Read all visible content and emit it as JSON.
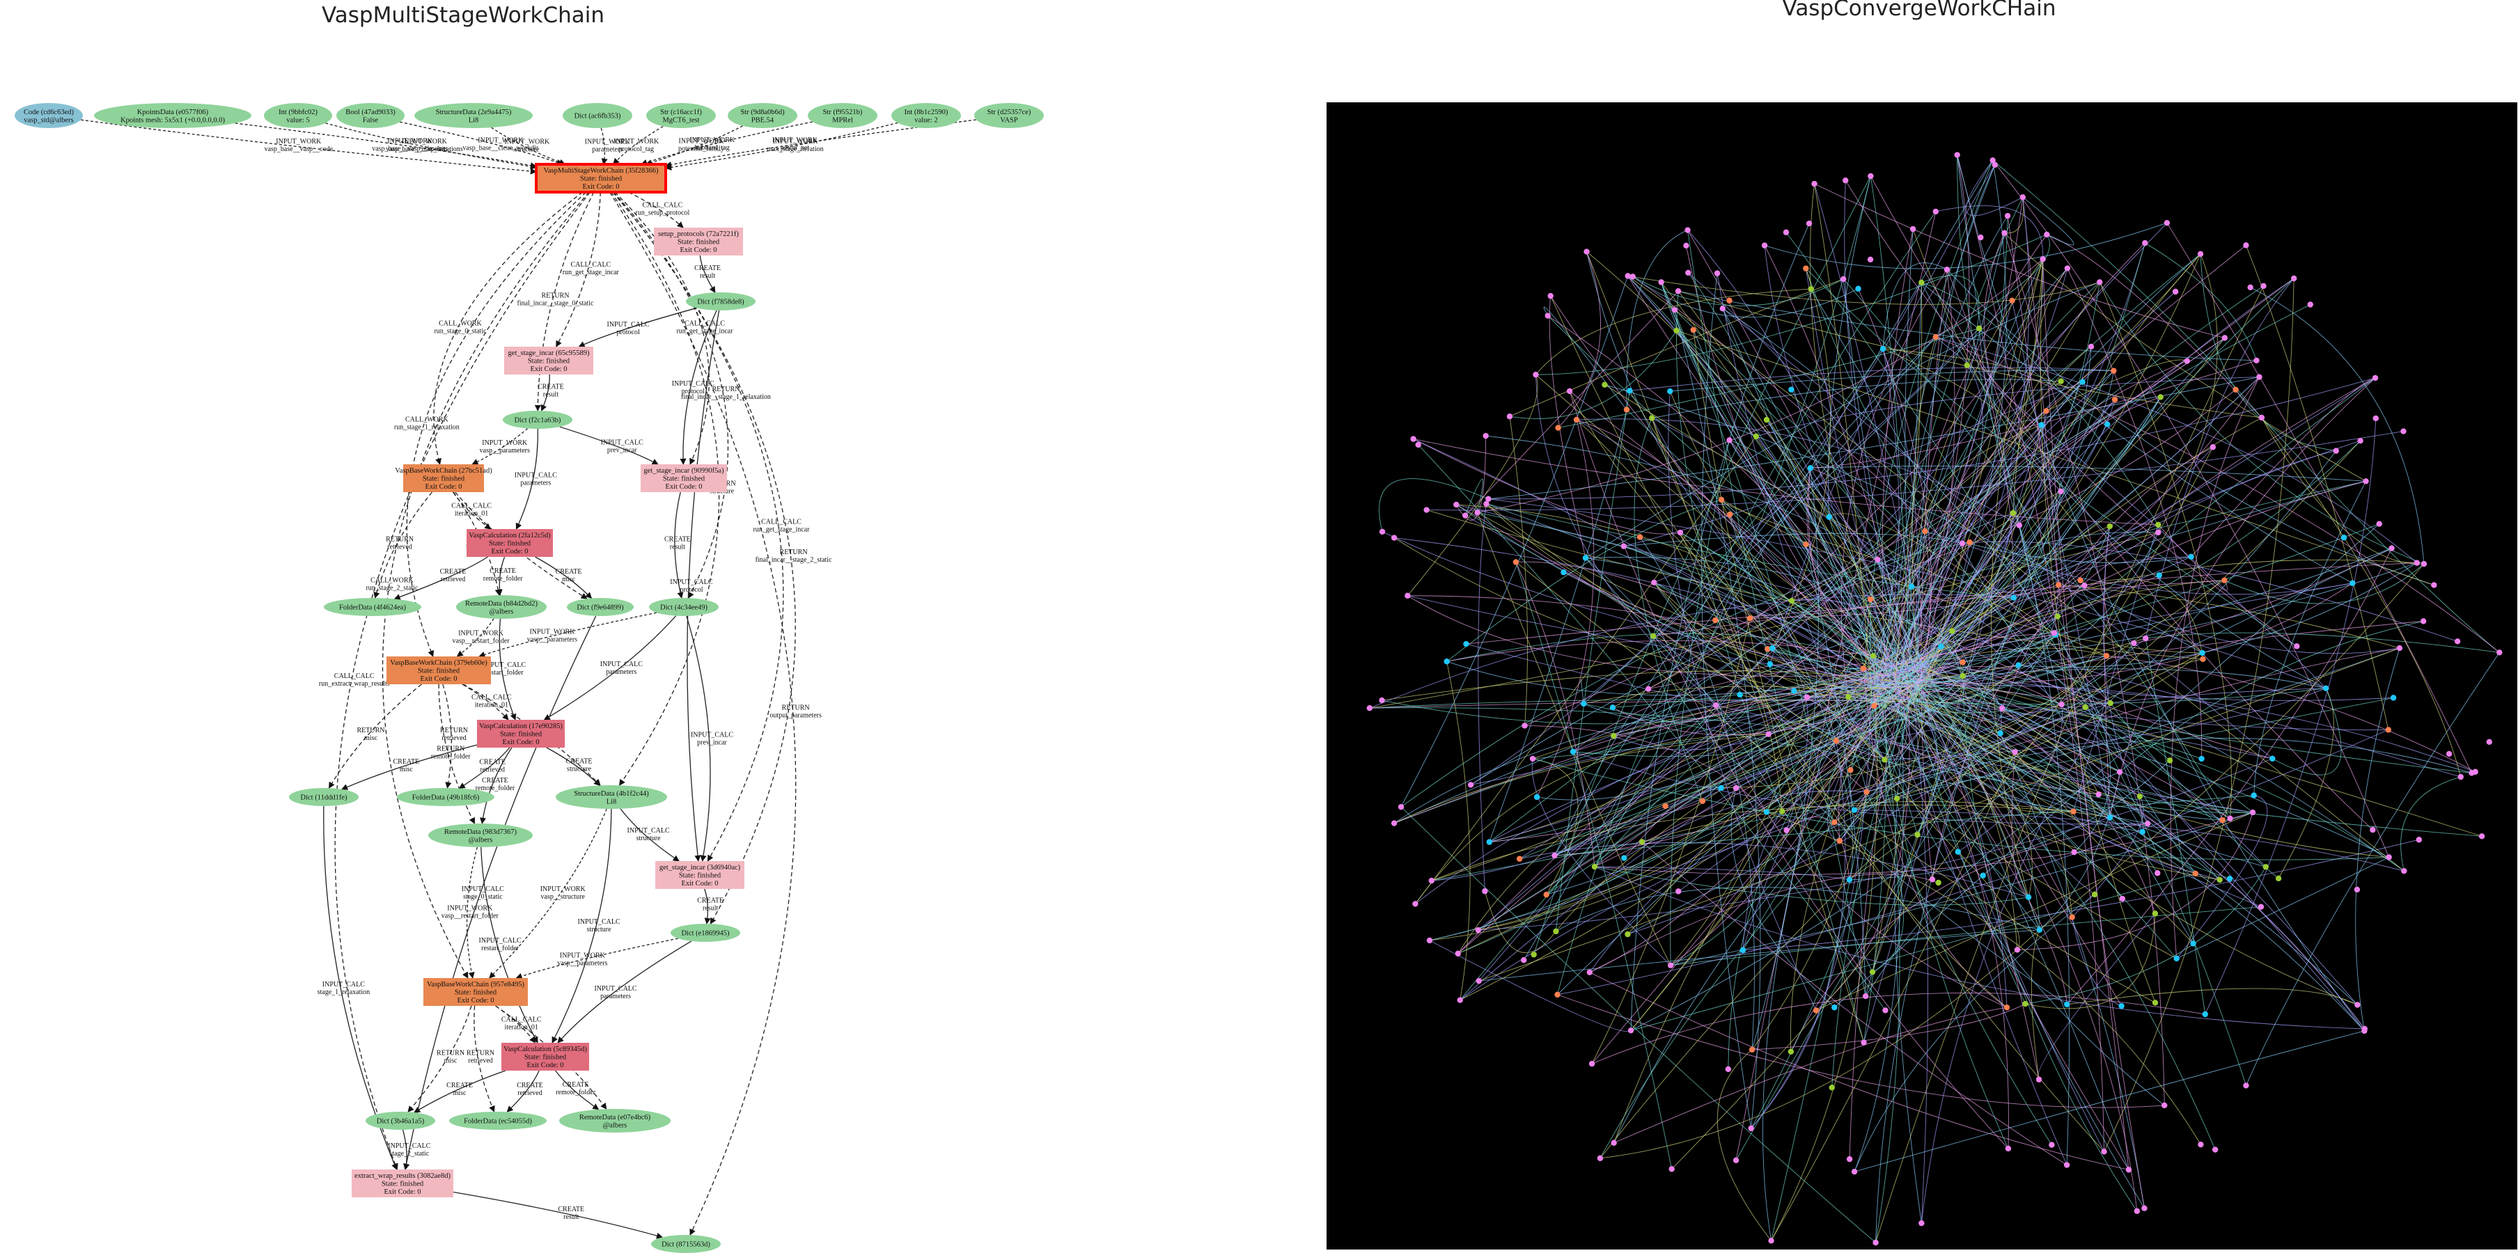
{
  "titles": {
    "left": "VaspMultiStageWorkChain",
    "right": "VaspConvergeWorkCHain"
  },
  "colors": {
    "data_node": "#8fd39a",
    "code_node": "#87c1d4",
    "workchain": "#e8874f",
    "calculation": "#e06c7c",
    "calcfunction": "#f2b8c0",
    "selected_border": "#ff0000",
    "right_panel_bg": "#000000",
    "right_node_colors": [
      "#ee82ee",
      "#9acd32",
      "#1ec8ff",
      "#ff7f50"
    ],
    "right_edge_colors": [
      "#87cefa",
      "#a0a0ff",
      "#e8a0e8",
      "#cdd07a",
      "#6fd6c8"
    ]
  },
  "nodes": [
    {
      "id": "code",
      "lines": [
        "Code (cd6c63ed)",
        "vasp_std@albers"
      ],
      "kind": "code"
    },
    {
      "id": "kpoints",
      "lines": [
        "KpointsData (e0577f06)",
        "Kpoints mesh: 5x5x1 (+0.0,0.0,0.0)"
      ],
      "kind": "data"
    },
    {
      "id": "int5",
      "lines": [
        "Int (9bbfc02)",
        "value: 5"
      ],
      "kind": "data"
    },
    {
      "id": "bool",
      "lines": [
        "Bool (47ad9033)",
        "False"
      ],
      "kind": "data"
    },
    {
      "id": "structin",
      "lines": [
        "StructureData (2e9a4475)",
        "Li8"
      ],
      "kind": "data"
    },
    {
      "id": "dictin",
      "lines": [
        "Dict (ac6fb353)"
      ],
      "kind": "data"
    },
    {
      "id": "str1",
      "lines": [
        "Str (c16acc1f)",
        "MgCT6_test"
      ],
      "kind": "data"
    },
    {
      "id": "str2",
      "lines": [
        "Str (9d8a0b6d)",
        "PBE.54"
      ],
      "kind": "data"
    },
    {
      "id": "str3",
      "lines": [
        "Str (f95521b)",
        "MPRel"
      ],
      "kind": "data"
    },
    {
      "id": "int2",
      "lines": [
        "Int (8b1c2590)",
        "value: 2"
      ],
      "kind": "data"
    },
    {
      "id": "str4",
      "lines": [
        "Str (d25357ce)",
        "VASP"
      ],
      "kind": "data"
    },
    {
      "id": "main",
      "lines": [
        "VaspMultiStageWorkChain (35f28366)",
        "State: finished",
        "Exit Code: 0"
      ],
      "kind": "main"
    },
    {
      "id": "setup",
      "lines": [
        "setup_protocols (72a7221f)",
        "State: finished",
        "Exit Code: 0"
      ],
      "kind": "calcfunction"
    },
    {
      "id": "dict1",
      "lines": [
        "Dict (f7858de8)"
      ],
      "kind": "data"
    },
    {
      "id": "incar0",
      "lines": [
        "get_stage_incar (65c95589)",
        "State: finished",
        "Exit Code: 0"
      ],
      "kind": "calcfunction"
    },
    {
      "id": "dict2",
      "lines": [
        "Dict (f2c1a63b)"
      ],
      "kind": "data"
    },
    {
      "id": "wc1",
      "lines": [
        "VaspBaseWorkChain (27bc51ad)",
        "State: finished",
        "Exit Code: 0"
      ],
      "kind": "workchain"
    },
    {
      "id": "incar1",
      "lines": [
        "get_stage_incar (90990f5a)",
        "State: finished",
        "Exit Code: 0"
      ],
      "kind": "calcfunction"
    },
    {
      "id": "calc1",
      "lines": [
        "VaspCalculation (2fa12c5d)",
        "State: finished",
        "Exit Code: 0"
      ],
      "kind": "calculation"
    },
    {
      "id": "fold1",
      "lines": [
        "FolderData (4f4624ea)"
      ],
      "kind": "data"
    },
    {
      "id": "rem1",
      "lines": [
        "RemoteData (b84d2bd2)",
        "@albers"
      ],
      "kind": "data"
    },
    {
      "id": "dictmisc1",
      "lines": [
        "Dict (f9e64899)"
      ],
      "kind": "data"
    },
    {
      "id": "dict3",
      "lines": [
        "Dict (4c34ee49)"
      ],
      "kind": "data"
    },
    {
      "id": "wc2",
      "lines": [
        "VaspBaseWorkChain (379eb60e)",
        "State: finished",
        "Exit Code: 0"
      ],
      "kind": "workchain"
    },
    {
      "id": "calc2",
      "lines": [
        "VaspCalculation (17e90285)",
        "State: finished",
        "Exit Code: 0"
      ],
      "kind": "calculation"
    },
    {
      "id": "dictmisc2",
      "lines": [
        "Dict (11ddd1fe)"
      ],
      "kind": "data"
    },
    {
      "id": "fold2",
      "lines": [
        "FolderData (49b18fc6)"
      ],
      "kind": "data"
    },
    {
      "id": "struct2",
      "lines": [
        "StructureData (4b1f2c44)",
        "Li8"
      ],
      "kind": "data"
    },
    {
      "id": "rem2",
      "lines": [
        "RemoteData (983d7367)",
        "@albers"
      ],
      "kind": "data"
    },
    {
      "id": "incar2",
      "lines": [
        "get_stage_incar (3d6940ac)",
        "State: finished",
        "Exit Code: 0"
      ],
      "kind": "calcfunction"
    },
    {
      "id": "dict4",
      "lines": [
        "Dict (e1869945)"
      ],
      "kind": "data"
    },
    {
      "id": "wc3",
      "lines": [
        "VaspBaseWorkChain (957e8495)",
        "State: finished",
        "Exit Code: 0"
      ],
      "kind": "workchain"
    },
    {
      "id": "calc3",
      "lines": [
        "VaspCalculation (5c89345d)",
        "State: finished",
        "Exit Code: 0"
      ],
      "kind": "calculation"
    },
    {
      "id": "dictmisc3",
      "lines": [
        "Dict (3b46a1a5)"
      ],
      "kind": "data"
    },
    {
      "id": "fold3",
      "lines": [
        "FolderData (ec54055d)"
      ],
      "kind": "data"
    },
    {
      "id": "rem3",
      "lines": [
        "RemoteData (e07e4bc6)",
        "@albers"
      ],
      "kind": "data"
    },
    {
      "id": "extract",
      "lines": [
        "extract_wrap_results (3082ae8d)",
        "State: finished",
        "Exit Code: 0"
      ],
      "kind": "calcfunction"
    },
    {
      "id": "dictout",
      "lines": [
        "Dict (8715563d)"
      ],
      "kind": "data"
    }
  ],
  "edges": [
    {
      "from": "code",
      "to": "main",
      "lines": [
        "INPUT_WORK",
        "vasp_base__vasp__code"
      ],
      "style": "dashed"
    },
    {
      "from": "kpoints",
      "to": "main",
      "lines": [
        "INPUT_WORK",
        "vasp_base__vasp__kpoints"
      ],
      "style": "dashed"
    },
    {
      "from": "int5",
      "to": "main",
      "lines": [
        "INPUT_WORK",
        "vasp_base__max_iterations"
      ],
      "style": "dashed"
    },
    {
      "from": "bool",
      "to": "main",
      "lines": [
        "INPUT_WORK",
        "vasp_base__clean_workdir"
      ],
      "style": "dashed"
    },
    {
      "from": "structin",
      "to": "main",
      "lines": [
        "INPUT_WORK",
        "structure"
      ],
      "style": "dashed"
    },
    {
      "from": "dictin",
      "to": "main",
      "lines": [
        "INPUT_WORK",
        "parameters"
      ],
      "style": "dashed"
    },
    {
      "from": "str1",
      "to": "main",
      "lines": [
        "INPUT_WORK",
        "protocol_tag"
      ],
      "style": "dashed"
    },
    {
      "from": "str2",
      "to": "main",
      "lines": [
        "INPUT_WORK",
        "potential_family"
      ],
      "style": "dashed"
    },
    {
      "from": "str3",
      "to": "main",
      "lines": [
        "INPUT_WORK",
        "hubbard_tag"
      ],
      "style": "dashed"
    },
    {
      "from": "int2",
      "to": "main",
      "lines": [
        "INPUT_WORK",
        "max_stage_iteration"
      ],
      "style": "dashed"
    },
    {
      "from": "str4",
      "to": "main",
      "lines": [
        "INPUT_WORK",
        "potcar_set"
      ],
      "style": "dashed"
    },
    {
      "from": "main",
      "to": "setup",
      "lines": [
        "CALL_CALC",
        "run_setup_protocol"
      ],
      "style": "dashed"
    },
    {
      "from": "setup",
      "to": "dict1",
      "lines": [
        "CREATE",
        "result"
      ],
      "style": "solid"
    },
    {
      "from": "main",
      "to": "incar0",
      "lines": [
        "CALL_CALC",
        "run_get_stage_incar"
      ],
      "style": "dashed"
    },
    {
      "from": "dict1",
      "to": "incar0",
      "lines": [
        "INPUT_CALC",
        "protocol"
      ],
      "style": "solid"
    },
    {
      "from": "incar0",
      "to": "dict2",
      "lines": [
        "CREATE",
        "result"
      ],
      "style": "solid"
    },
    {
      "from": "main",
      "to": "wc1",
      "lines": [
        "CALL_WORK",
        "run_stage_0_static"
      ],
      "style": "dashed"
    },
    {
      "from": "dict2",
      "to": "wc1",
      "lines": [
        "INPUT_WORK",
        "vasp__parameters"
      ],
      "style": "dashed"
    },
    {
      "from": "main",
      "to": "dict2",
      "lines": [
        "RETURN",
        "final_incar__stage_0_static"
      ],
      "style": "dashed"
    },
    {
      "from": "main",
      "to": "incar1",
      "lines": [
        "CALL_CALC",
        "run_get_stage_incar"
      ],
      "style": "dashed"
    },
    {
      "from": "dict1",
      "to": "incar1",
      "lines": [
        "INPUT_CALC",
        "protocol"
      ],
      "style": "solid"
    },
    {
      "from": "dict2",
      "to": "incar1",
      "lines": [
        "INPUT_CALC",
        "prev_incar"
      ],
      "style": "solid"
    },
    {
      "from": "wc1",
      "to": "calc1",
      "lines": [
        "CALL_CALC",
        "iteration_01"
      ],
      "style": "dashed"
    },
    {
      "from": "dict2",
      "to": "calc1",
      "lines": [
        "INPUT_CALC",
        "parameters"
      ],
      "style": "solid"
    },
    {
      "from": "wc1",
      "to": "fold1",
      "lines": [
        "RETURN",
        "retrieved"
      ],
      "style": "dashed"
    },
    {
      "from": "wc1",
      "to": "rem1",
      "lines": [
        "RETURN",
        "remote_folder"
      ],
      "style": "dashed"
    },
    {
      "from": "wc1",
      "to": "dictmisc1",
      "lines": [
        "RETURN",
        "misc"
      ],
      "style": "dashed"
    },
    {
      "from": "calc1",
      "to": "fold1",
      "lines": [
        "CREATE",
        "retrieved"
      ],
      "style": "solid"
    },
    {
      "from": "calc1",
      "to": "rem1",
      "lines": [
        "CREATE",
        "remote_folder"
      ],
      "style": "solid"
    },
    {
      "from": "calc1",
      "to": "dictmisc1",
      "lines": [
        "CREATE",
        "misc"
      ],
      "style": "solid"
    },
    {
      "from": "incar1",
      "to": "dict3",
      "lines": [
        "CREATE",
        "result"
      ],
      "style": "solid"
    },
    {
      "from": "main",
      "to": "dict3",
      "lines": [
        "RETURN",
        "final_incar__stage_1_relaxation"
      ],
      "style": "dashed"
    },
    {
      "from": "main",
      "to": "wc2",
      "lines": [
        "CALL_WORK",
        "run_stage_1_relaxation"
      ],
      "style": "dashed"
    },
    {
      "from": "rem1",
      "to": "wc2",
      "lines": [
        "INPUT_WORK",
        "vasp__restart_folder"
      ],
      "style": "dashed"
    },
    {
      "from": "dict3",
      "to": "wc2",
      "lines": [
        "INPUT_WORK",
        "vasp__parameters"
      ],
      "style": "dashed"
    },
    {
      "from": "wc2",
      "to": "calc2",
      "lines": [
        "CALL_CALC",
        "iteration_01"
      ],
      "style": "dashed"
    },
    {
      "from": "rem1",
      "to": "calc2",
      "lines": [
        "INPUT_CALC",
        "restart_folder"
      ],
      "style": "solid"
    },
    {
      "from": "dict3",
      "to": "calc2",
      "lines": [
        "INPUT_CALC",
        "parameters"
      ],
      "style": "solid"
    },
    {
      "from": "wc2",
      "to": "dictmisc2",
      "lines": [
        "RETURN",
        "misc"
      ],
      "style": "dashed"
    },
    {
      "from": "wc2",
      "to": "fold2",
      "lines": [
        "RETURN",
        "retrieved"
      ],
      "style": "dashed"
    },
    {
      "from": "wc2",
      "to": "rem2",
      "lines": [
        "RETURN",
        "remote_folder"
      ],
      "style": "dashed"
    },
    {
      "from": "wc2",
      "to": "struct2",
      "lines": [
        "RETURN",
        "structure"
      ],
      "style": "dashed"
    },
    {
      "from": "calc2",
      "to": "dictmisc2",
      "lines": [
        "CREATE",
        "misc"
      ],
      "style": "solid"
    },
    {
      "from": "calc2",
      "to": "fold2",
      "lines": [
        "CREATE",
        "retrieved"
      ],
      "style": "solid"
    },
    {
      "from": "calc2",
      "to": "rem2",
      "lines": [
        "CREATE",
        "remote_folder"
      ],
      "style": "solid"
    },
    {
      "from": "calc2",
      "to": "struct2",
      "lines": [
        "CREATE",
        "structure"
      ],
      "style": "solid"
    },
    {
      "from": "main",
      "to": "struct2",
      "lines": [
        "RETURN",
        "structure"
      ],
      "style": "dashed"
    },
    {
      "from": "main",
      "to": "incar2",
      "lines": [
        "CALL_CALC",
        "run_get_stage_incar"
      ],
      "style": "dashed"
    },
    {
      "from": "dict1",
      "to": "incar2",
      "lines": [
        "INPUT_CALC",
        "protocol"
      ],
      "style": "solid"
    },
    {
      "from": "dict3",
      "to": "incar2",
      "lines": [
        "INPUT_CALC",
        "prev_incar"
      ],
      "style": "solid"
    },
    {
      "from": "struct2",
      "to": "incar2",
      "lines": [
        "INPUT_CALC",
        "structure"
      ],
      "style": "solid"
    },
    {
      "from": "incar2",
      "to": "dict4",
      "lines": [
        "CREATE",
        "result"
      ],
      "style": "solid"
    },
    {
      "from": "main",
      "to": "dict4",
      "lines": [
        "RETURN",
        "final_incar__stage_2_static"
      ],
      "style": "dashed"
    },
    {
      "from": "main",
      "to": "wc3",
      "lines": [
        "CALL_WORK",
        "run_stage_2_static"
      ],
      "style": "dashed"
    },
    {
      "from": "rem2",
      "to": "wc3",
      "lines": [
        "INPUT_WORK",
        "vasp__restart_folder"
      ],
      "style": "dashed"
    },
    {
      "from": "struct2",
      "to": "wc3",
      "lines": [
        "INPUT_WORK",
        "vasp__structure"
      ],
      "style": "dashed"
    },
    {
      "from": "dict4",
      "to": "wc3",
      "lines": [
        "INPUT_WORK",
        "vasp__parameters"
      ],
      "style": "dashed"
    },
    {
      "from": "wc3",
      "to": "calc3",
      "lines": [
        "CALL_CALC",
        "iteration_01"
      ],
      "style": "dashed"
    },
    {
      "from": "rem2",
      "to": "calc3",
      "lines": [
        "INPUT_CALC",
        "restart_folder"
      ],
      "style": "solid"
    },
    {
      "from": "struct2",
      "to": "calc3",
      "lines": [
        "INPUT_CALC",
        "structure"
      ],
      "style": "solid"
    },
    {
      "from": "dict4",
      "to": "calc3",
      "lines": [
        "INPUT_CALC",
        "parameters"
      ],
      "style": "solid"
    },
    {
      "from": "wc3",
      "to": "dictmisc3",
      "lines": [
        "RETURN",
        "misc"
      ],
      "style": "dashed"
    },
    {
      "from": "wc3",
      "to": "fold3",
      "lines": [
        "RETURN",
        "retrieved"
      ],
      "style": "dashed"
    },
    {
      "from": "wc3",
      "to": "rem3",
      "lines": [
        "RETURN",
        "remote_folder"
      ],
      "style": "dashed"
    },
    {
      "from": "calc3",
      "to": "dictmisc3",
      "lines": [
        "CREATE",
        "misc"
      ],
      "style": "solid"
    },
    {
      "from": "calc3",
      "to": "fold3",
      "lines": [
        "CREATE",
        "retrieved"
      ],
      "style": "solid"
    },
    {
      "from": "calc3",
      "to": "rem3",
      "lines": [
        "CREATE",
        "remote_folder"
      ],
      "style": "solid"
    },
    {
      "from": "main",
      "to": "extract",
      "lines": [
        "CALL_CALC",
        "run_extract_wrap_results"
      ],
      "style": "dashed"
    },
    {
      "from": "dictmisc2",
      "to": "extract",
      "lines": [
        "INPUT_CALC",
        "stage_1_relaxation"
      ],
      "style": "solid"
    },
    {
      "from": "dictmisc3",
      "to": "extract",
      "lines": [
        "INPUT_CALC",
        "stage_2_static"
      ],
      "style": "solid"
    },
    {
      "from": "dictmisc1",
      "to": "extract",
      "lines": [
        "INPUT_CALC",
        "stage_0_static"
      ],
      "style": "solid"
    },
    {
      "from": "extract",
      "to": "dictout",
      "lines": [
        "CREATE",
        "result"
      ],
      "style": "solid"
    },
    {
      "from": "main",
      "to": "dictout",
      "lines": [
        "RETURN",
        "output_parameters"
      ],
      "style": "dashed"
    }
  ]
}
